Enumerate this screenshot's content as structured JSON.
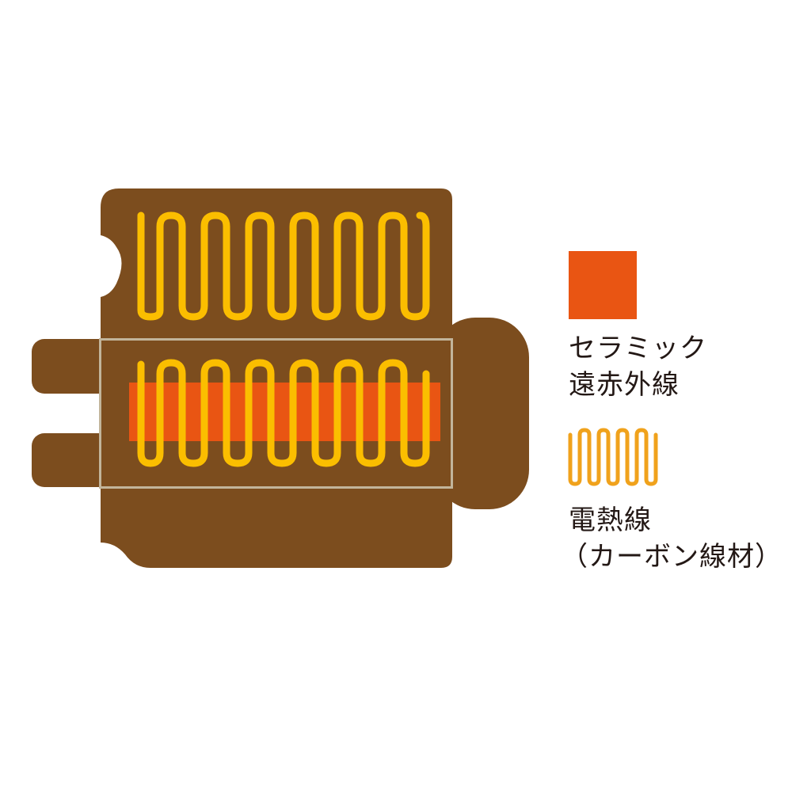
{
  "colors": {
    "body": "#7c4d1e",
    "frame": "#c2b59b",
    "coil": "#fbbe00",
    "ceramic": "#e95513",
    "legend_coil": "#f0a21c",
    "text": "#231815",
    "background": "#ffffff"
  },
  "diagram": {
    "title": "heater-panel-cross-section",
    "components": [
      {
        "name": "ceramic-far-infrared-bar",
        "color": "#e95513"
      },
      {
        "name": "heating-wire-coil-top",
        "color": "#fbbe00",
        "turns": 8
      },
      {
        "name": "heating-wire-coil-bottom",
        "color": "#fbbe00",
        "turns": 8
      }
    ]
  },
  "legend": {
    "items": [
      {
        "icon": "orange-square-swatch",
        "color": "#e95513",
        "lines": [
          "セラミック",
          "遠赤外線"
        ]
      },
      {
        "icon": "zigzag-coil-swatch",
        "color": "#f0a21c",
        "lines": [
          "電熱線",
          "（カーボン線材）"
        ]
      }
    ]
  }
}
